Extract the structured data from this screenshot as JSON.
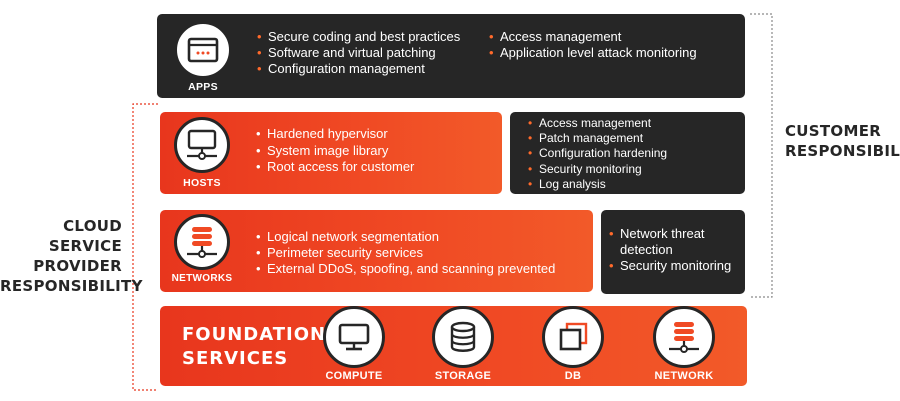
{
  "apps": {
    "label": "APPS",
    "col1": [
      "Secure coding and best practices",
      "Software and virtual patching",
      "Configuration management"
    ],
    "col2": [
      "Access management",
      "Application level attack monitoring"
    ]
  },
  "hosts": {
    "label": "HOSTS",
    "provider_items": [
      "Hardened hypervisor",
      "System image library",
      "Root access for customer"
    ],
    "customer_items": [
      "Access management",
      "Patch management",
      "Configuration hardening",
      "Security monitoring",
      "Log analysis"
    ]
  },
  "networks": {
    "label": "NETWORKS",
    "provider_items": [
      "Logical network segmentation",
      "Perimeter security services",
      "External DDoS, spoofing, and scanning prevented"
    ],
    "customer_items": [
      "Network threat detection",
      "Security monitoring"
    ]
  },
  "foundation": {
    "title_line1": "FOUNDATION",
    "title_line2": "SERVICES",
    "services": [
      {
        "label": "COMPUTE",
        "icon": "monitor-icon"
      },
      {
        "label": "STORAGE",
        "icon": "database-icon"
      },
      {
        "label": "DB",
        "icon": "db-squares-icon"
      },
      {
        "label": "NETWORK",
        "icon": "network-stack-icon"
      }
    ]
  },
  "customer_responsibility": {
    "line1": "CUSTOMER",
    "line2": "RESPONSIBILITY"
  },
  "provider_responsibility": {
    "line1": "CLOUD SERVICE",
    "line2": "PROVIDER",
    "line3": "RESPONSIBILITY"
  },
  "colors": {
    "dark": "#262626",
    "orange": "#f04a24",
    "accent": "#ff6a2b"
  }
}
